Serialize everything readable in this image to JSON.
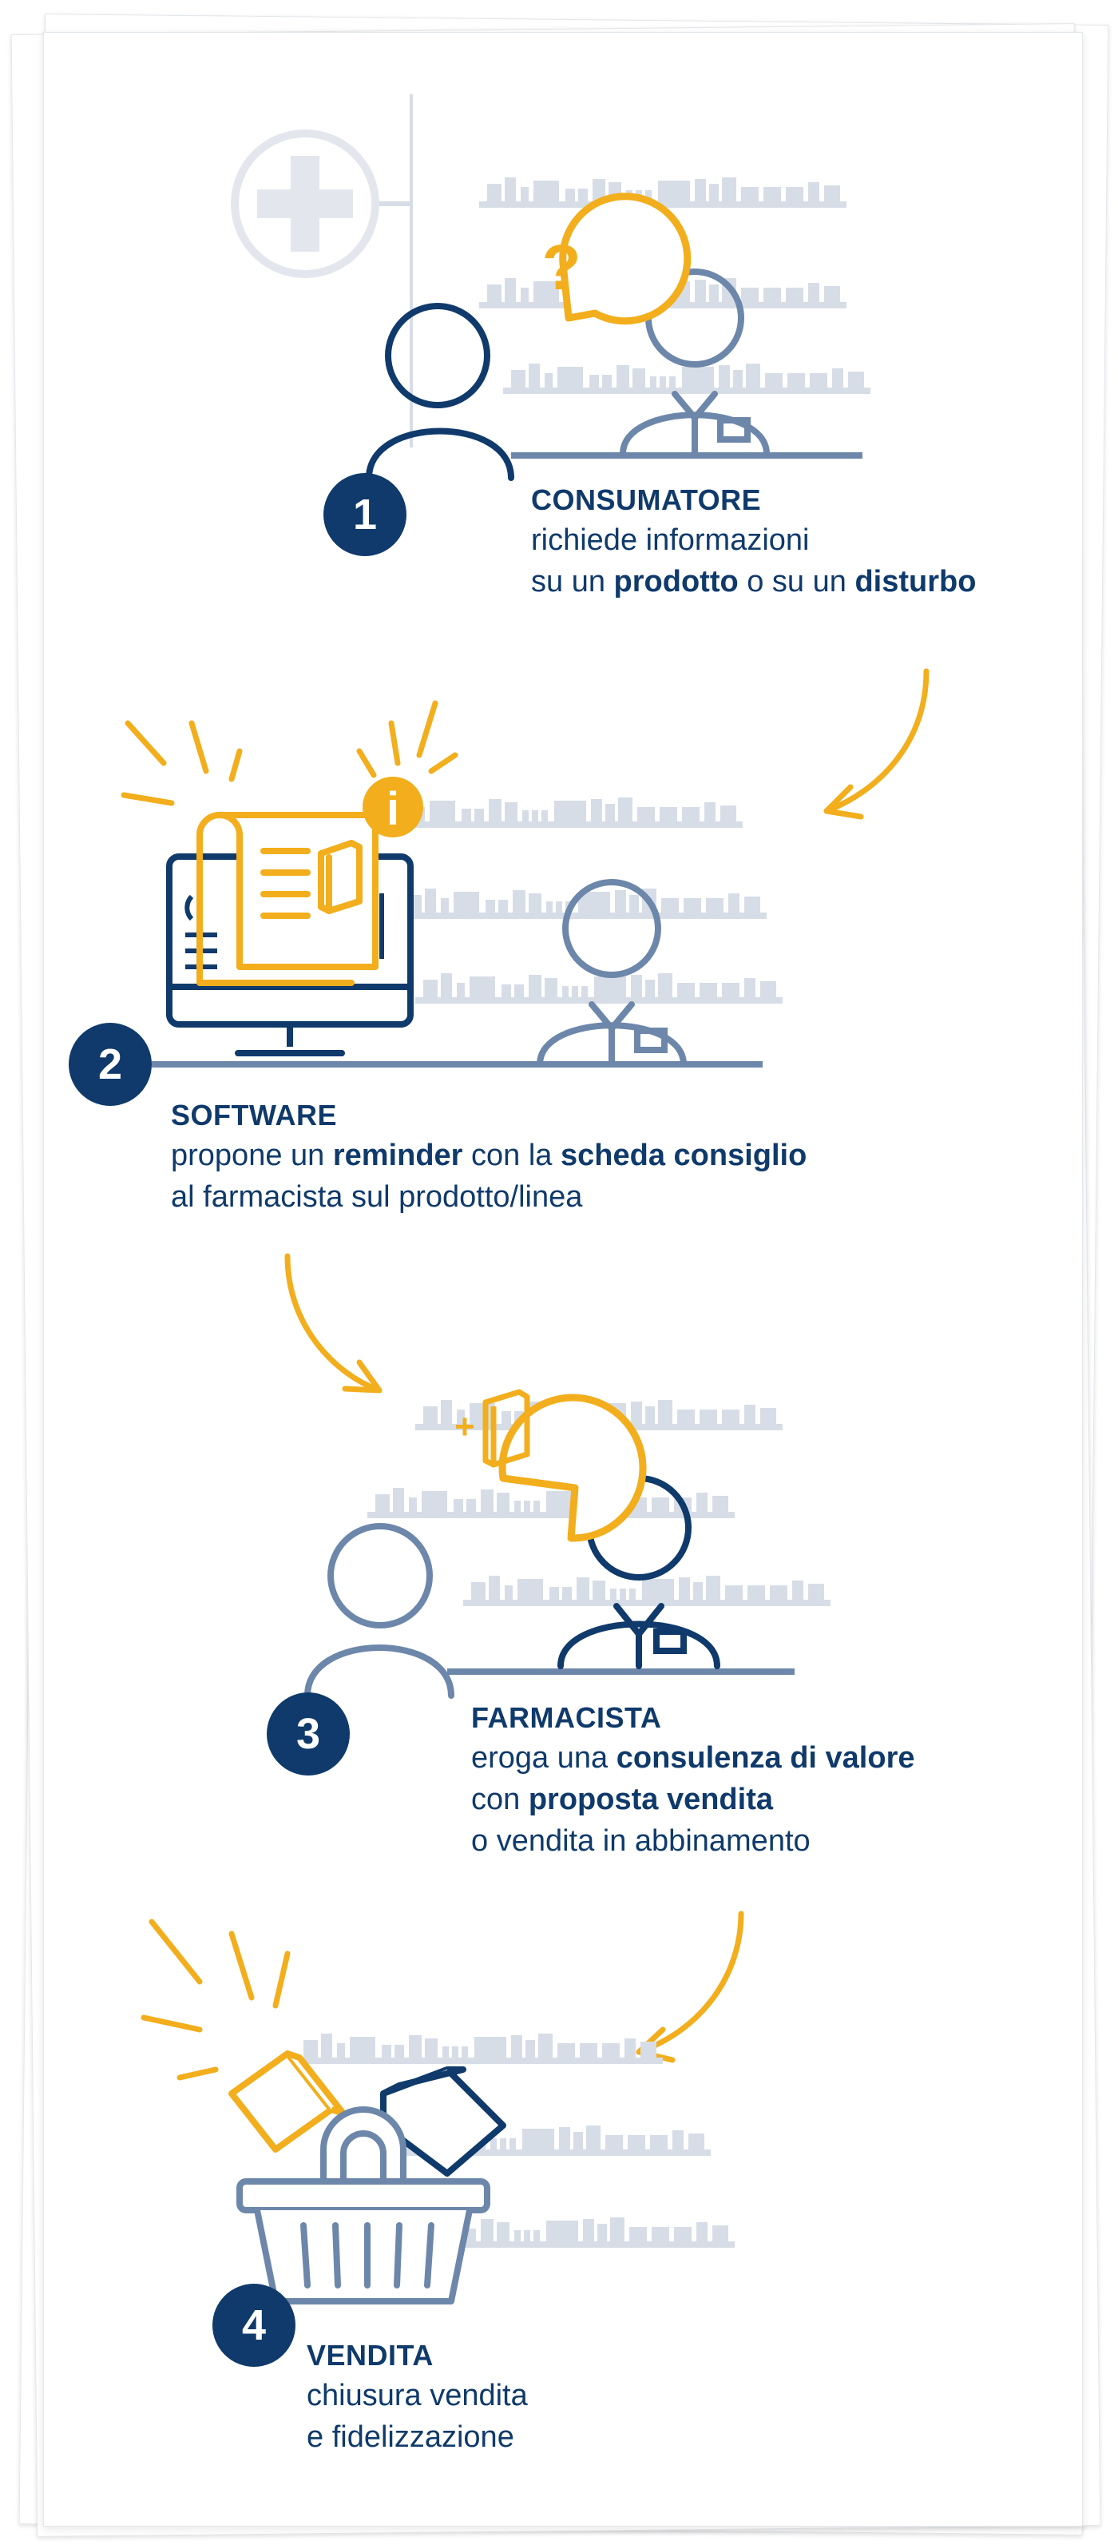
{
  "steps": [
    {
      "number": "1",
      "title": "CONSUMATORE",
      "lines": [
        [
          {
            "t": "richiede informazioni",
            "b": false
          }
        ],
        [
          {
            "t": "su un ",
            "b": false
          },
          {
            "t": "prodotto",
            "b": true
          },
          {
            "t": " o su un ",
            "b": false
          },
          {
            "t": "disturbo",
            "b": true
          }
        ]
      ]
    },
    {
      "number": "2",
      "title": "SOFTWARE",
      "lines": [
        [
          {
            "t": "propone un ",
            "b": false
          },
          {
            "t": "reminder",
            "b": true
          },
          {
            "t": " con la ",
            "b": false
          },
          {
            "t": "scheda consiglio",
            "b": true
          }
        ],
        [
          {
            "t": "al farmacista sul prodotto/linea",
            "b": false
          }
        ]
      ]
    },
    {
      "number": "3",
      "title": "FARMACISTA",
      "lines": [
        [
          {
            "t": "eroga una ",
            "b": false
          },
          {
            "t": "consulenza di valore",
            "b": true
          }
        ],
        [
          {
            "t": "con ",
            "b": false
          },
          {
            "t": "proposta vendita",
            "b": true
          }
        ],
        [
          {
            "t": "o vendita in abbinamento",
            "b": false
          }
        ]
      ]
    },
    {
      "number": "4",
      "title": "VENDITA",
      "lines": [
        [
          {
            "t": "chiusura vendita",
            "b": false
          }
        ],
        [
          {
            "t": "e fidelizzazione",
            "b": false
          }
        ]
      ]
    }
  ],
  "icons": {
    "question_mark": "?",
    "info_symbol": "i",
    "plus_symbol": "+"
  },
  "colors": {
    "navy": "#0f3a6b",
    "steel": "#6d87ab",
    "yellow": "#f2ae1c",
    "shelf": "#d7dde6",
    "plus_bg": "#e3e7ed"
  }
}
